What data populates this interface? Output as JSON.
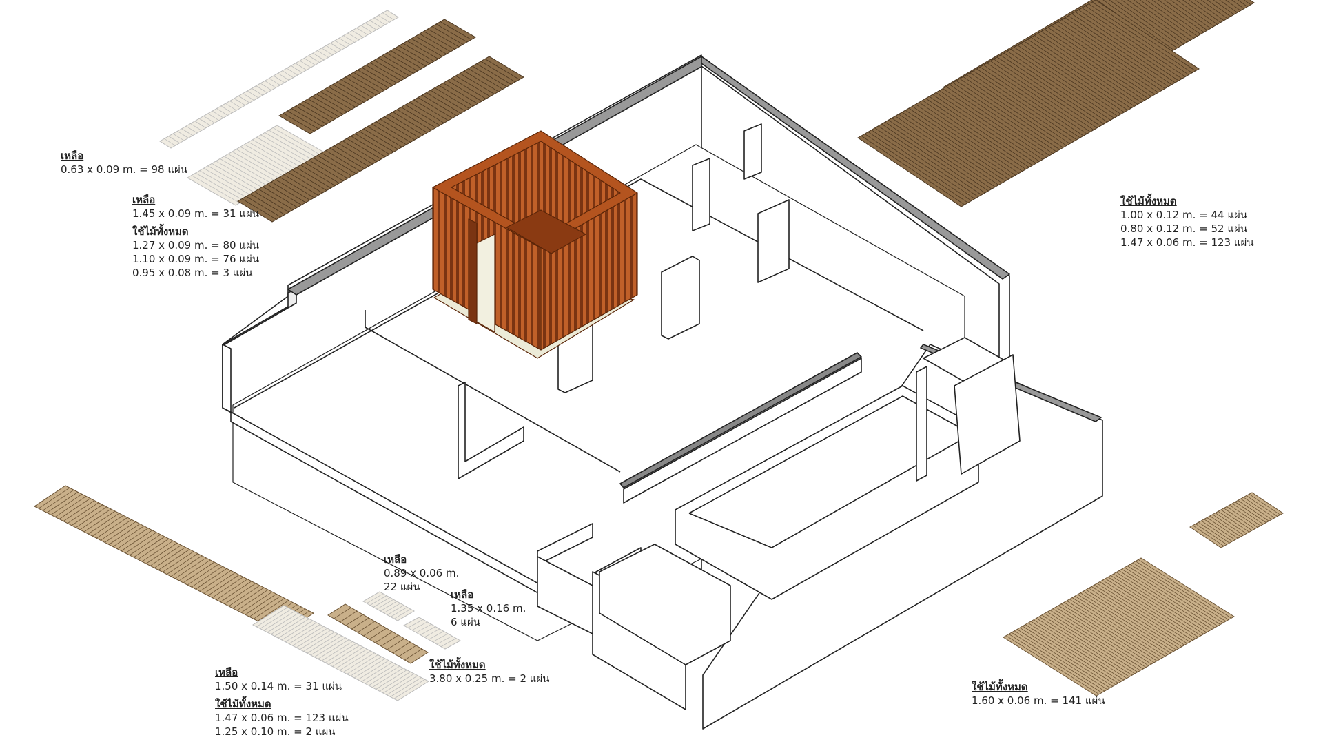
{
  "colors": {
    "wood_dark": "#8a6c48",
    "wood_light": "#c9b08a",
    "wood_leftover": "#f0ece2",
    "pavilion": "#b4541f",
    "wall_line": "#222222",
    "wall_top": "#9a9a9a"
  },
  "groups": [
    {
      "id": "top-left",
      "sections": [
        {
          "heading": "เหลือ",
          "lines": [
            "0.63 x 0.09 m. = 98 แผ่น"
          ]
        },
        {
          "heading": "เหลือ",
          "lines": [
            "1.45 x 0.09 m. = 31 แผ่น"
          ]
        },
        {
          "heading": "ใช้ไม้ทั้งหมด",
          "lines": [
            "1.27 x 0.09 m. = 80 แผ่น",
            "1.10 x 0.09 m. = 76 แผ่น",
            "0.95 x 0.08 m. = 3   แผ่น"
          ]
        }
      ]
    },
    {
      "id": "top-right",
      "sections": [
        {
          "heading": "ใช้ไม้ทั้งหมด",
          "lines": [
            "1.00 x 0.12 m. = 44  แผ่น",
            "0.80 x 0.12 m. = 52  แผ่น",
            "1.47 x 0.06 m. = 123 แผ่น"
          ]
        }
      ]
    },
    {
      "id": "mid-small-1",
      "sections": [
        {
          "heading": "เหลือ",
          "lines": [
            "0.89 x 0.06 m.",
            "22 แผ่น"
          ]
        }
      ]
    },
    {
      "id": "mid-small-2",
      "sections": [
        {
          "heading": "เหลือ",
          "lines": [
            "1.35 x 0.16 m.",
            "6 แผ่น"
          ]
        }
      ]
    },
    {
      "id": "mid-small-3",
      "sections": [
        {
          "heading": "ใช้ไม้ทั้งหมด",
          "lines": [
            "3.80 x 0.25 m. = 2 แผ่น"
          ]
        }
      ]
    },
    {
      "id": "bottom-left",
      "sections": [
        {
          "heading": "เหลือ",
          "lines": [
            "1.50 x 0.14 m. = 31 แผ่น"
          ]
        },
        {
          "heading": "ใช้ไม้ทั้งหมด",
          "lines": [
            "1.47 x 0.06 m. = 123 แผ่น",
            "1.25 x 0.10 m. = 2     แผ่น"
          ]
        }
      ]
    },
    {
      "id": "bottom-right",
      "sections": [
        {
          "heading": "ใช้ไม้ทั้งหมด",
          "lines": [
            "1.60 x 0.06 m. = 141 แผ่น"
          ]
        }
      ]
    }
  ]
}
